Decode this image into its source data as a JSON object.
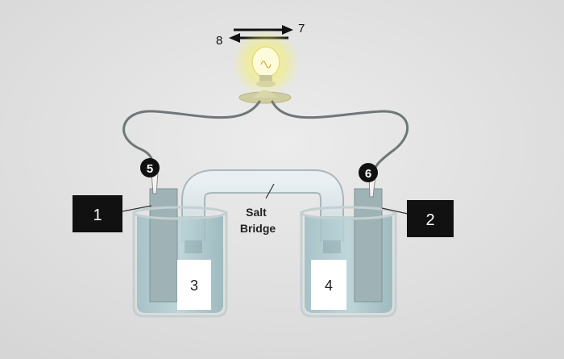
{
  "labels": {
    "box_1": "1",
    "box_2": "2",
    "beaker_left": "3",
    "beaker_right": "4",
    "terminal_left": "5",
    "terminal_right": "6",
    "arrow_right": "7",
    "arrow_left": "8",
    "salt_bridge_line1": "Salt",
    "salt_bridge_line2": "Bridge"
  },
  "colors": {
    "background": "#e3e3e3",
    "label_box": "#111111",
    "solution": "#a9c7cc",
    "electrode": "#9fb3b6",
    "bridge": "#dde6ea",
    "wire": "#6f7778",
    "bulb_glow": "#f3ee7a"
  }
}
